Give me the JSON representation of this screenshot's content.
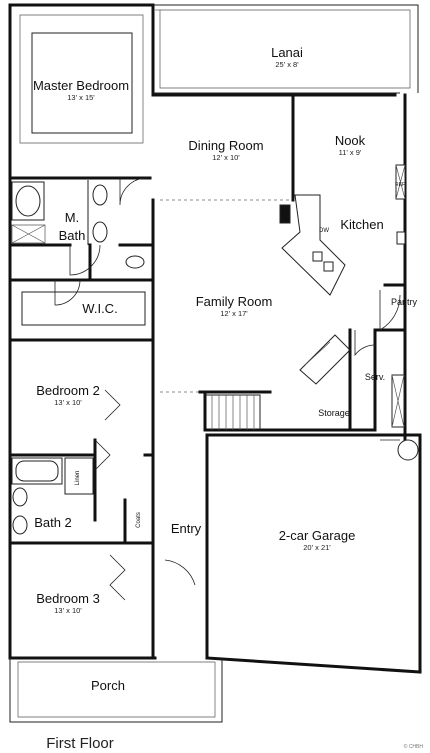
{
  "plan": {
    "caption": "First Floor",
    "copyright": "© CHBH",
    "rooms": {
      "lanai": {
        "name": "Lanai",
        "dims": "25' x 8'"
      },
      "master_bedroom": {
        "name": "Master Bedroom",
        "dims": "13' x 15'"
      },
      "dining_room": {
        "name": "Dining Room",
        "dims": "12' x 10'"
      },
      "nook": {
        "name": "Nook",
        "dims": "11' x 9'"
      },
      "kitchen": {
        "name": "Kitchen"
      },
      "master_bath": {
        "name_line1": "M.",
        "name_line2": "Bath"
      },
      "wic": {
        "name": "W.I.C."
      },
      "family_room": {
        "name": "Family Room",
        "dims": "12' x 17'"
      },
      "pantry": {
        "name": "Pantry"
      },
      "serv": {
        "name": "Serv."
      },
      "bedroom2": {
        "name": "Bedroom 2",
        "dims": "13' x 10'"
      },
      "storage": {
        "name": "Storage"
      },
      "linen": {
        "name": "Linen"
      },
      "bath2": {
        "name": "Bath 2"
      },
      "coats": {
        "name": "Coats"
      },
      "entry": {
        "name": "Entry"
      },
      "garage": {
        "name": "2-car Garage",
        "dims": "20' x 21'"
      },
      "bedroom3": {
        "name": "Bedroom 3",
        "dims": "13' x 10'"
      },
      "porch": {
        "name": "Porch"
      }
    },
    "appliances": {
      "refrigerator": "REF",
      "dishwasher": "DW"
    }
  }
}
